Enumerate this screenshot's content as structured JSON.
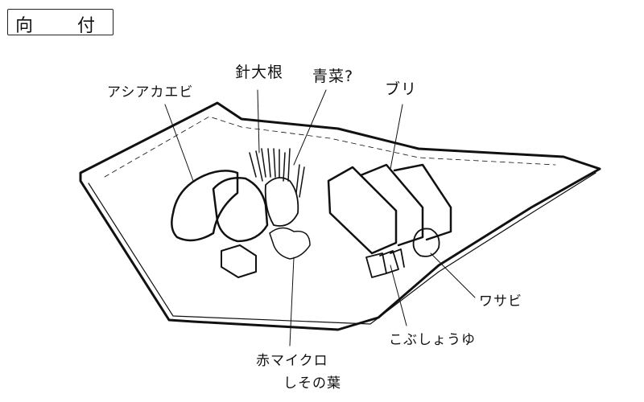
{
  "title": {
    "char1": "向",
    "char2": "付",
    "full": "向付"
  },
  "labels": {
    "shrimp": "アシアカエビ",
    "daikon": "針大根",
    "greens": "青菜?",
    "yellowtail": "ブリ",
    "shiso_line1": "赤マイクロ",
    "shiso_line2": "しその葉",
    "soy": "こぶしょうゆ",
    "wasabi": "ワサビ"
  },
  "colors": {
    "ink": "#111111",
    "paper": "#ffffff"
  }
}
